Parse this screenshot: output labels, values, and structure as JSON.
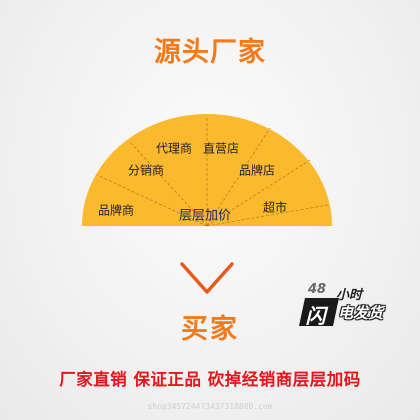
{
  "title": "源头厂家",
  "buyer": "买家",
  "center_label": "层层加价",
  "channels": [
    "品牌商",
    "分销商",
    "代理商",
    "直营店",
    "品牌店",
    "超市"
  ],
  "slogan": "厂家直销 保证正品 砍掉经销商层层加码",
  "logo": {
    "number": "48",
    "badge": "闪",
    "line1": "小时",
    "line2": "电发货"
  },
  "watermark": "shop345724473437318880.com",
  "colors": {
    "accent": "#f27a1a",
    "semicircle": "#fbb92e",
    "slogan": "#e8141c"
  }
}
